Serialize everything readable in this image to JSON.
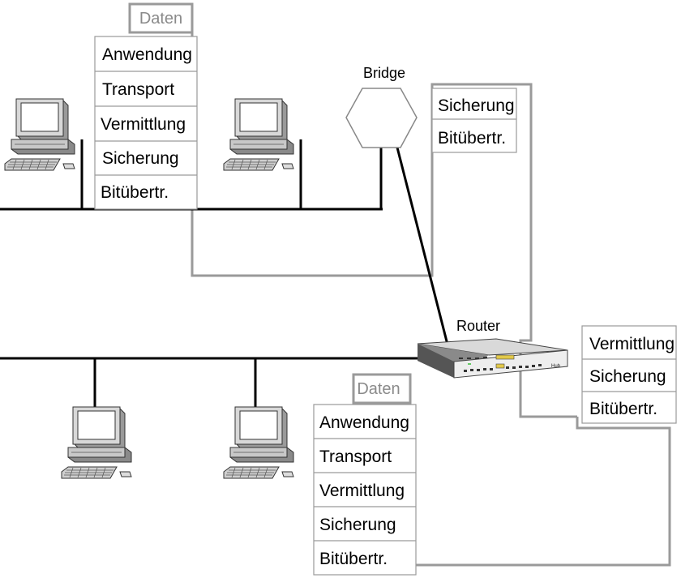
{
  "stack_top_left": {
    "data_label": "Daten",
    "layers": [
      "Anwendung",
      "Transport",
      "Vermittlung",
      "Sicherung",
      "Bitübertr."
    ]
  },
  "bridge": {
    "label": "Bridge",
    "layers": [
      "Sicherung",
      "Bitübertr."
    ]
  },
  "router": {
    "label": "Router",
    "device_text": "Hub",
    "layers": [
      "Vermittlung",
      "Sicherung",
      "Bitübertr."
    ]
  },
  "stack_bottom": {
    "data_label": "Daten",
    "layers": [
      "Anwendung",
      "Transport",
      "Vermittlung",
      "Sicherung",
      "Bitübertr."
    ]
  }
}
